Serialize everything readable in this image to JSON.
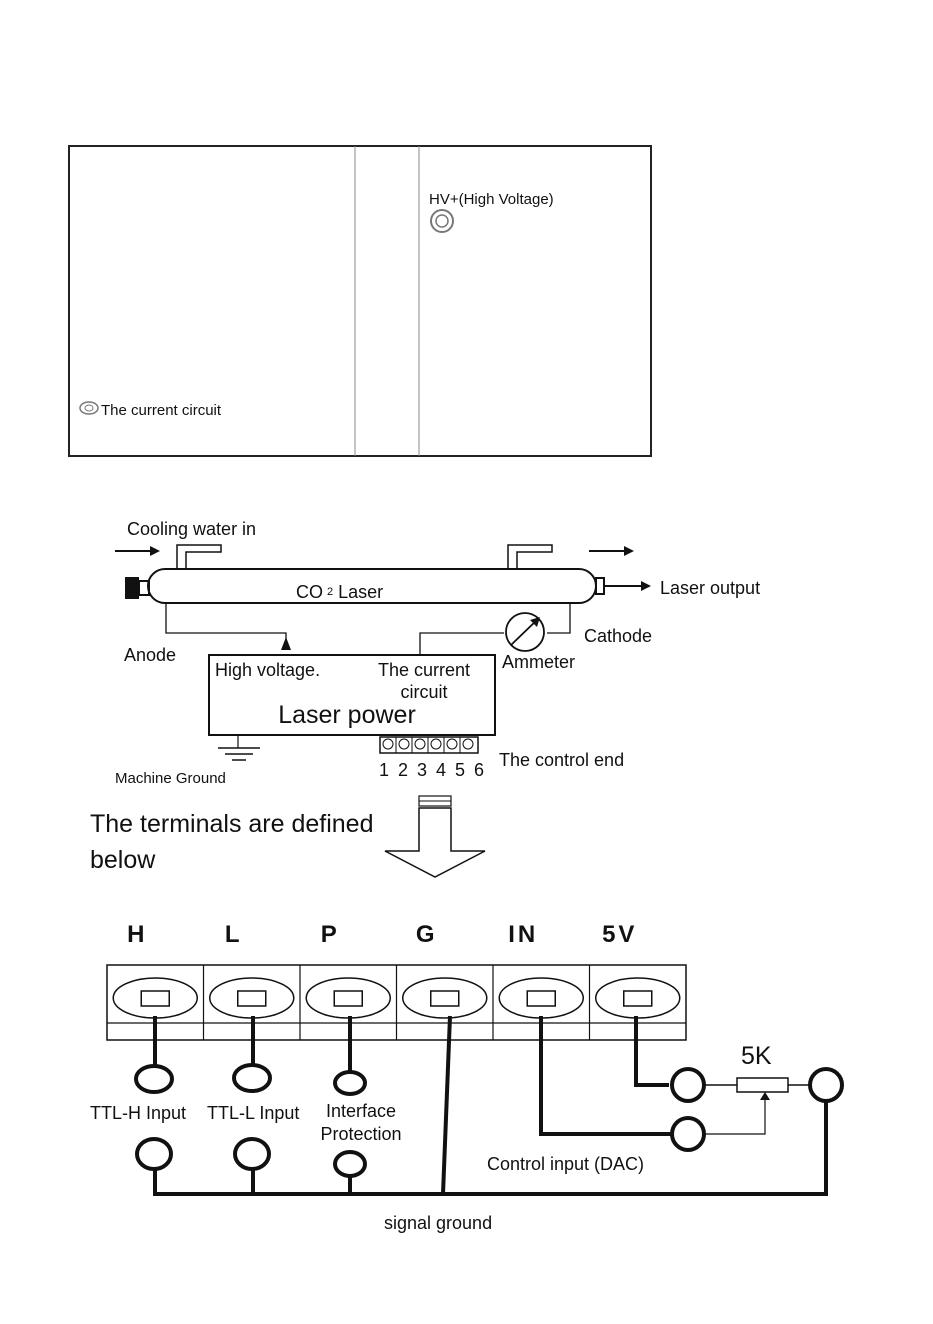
{
  "panel": {
    "hv_label": "HV+(High Voltage)",
    "current_label": "The current circuit"
  },
  "laser": {
    "cooling_water_in": "Cooling water in",
    "co2_prefix": "CO",
    "co2_sub": "2",
    "co2_suffix": "Laser",
    "laser_output": "Laser output",
    "cathode": "Cathode",
    "anode": "Anode",
    "ammeter": "Ammeter",
    "high_voltage": "High voltage.",
    "current_line1": "The current",
    "current_line2": "circuit",
    "laser_power": "Laser power",
    "machine_ground": "Machine Ground",
    "pin_numbers": "1 2 3 4 5 6",
    "control_end": "The control end"
  },
  "terminals": {
    "title_line1": "The terminals are defined",
    "title_line2": "below",
    "labels": [
      "H",
      "L",
      "P",
      "G",
      "IN",
      "5V"
    ],
    "ttl_h": "TTL-H Input",
    "ttl_l": "TTL-L Input",
    "interface_line1": "Interface",
    "interface_line2": "Protection",
    "resistor": "5K",
    "control_input": "Control input (DAC)",
    "signal_ground": "signal ground"
  }
}
